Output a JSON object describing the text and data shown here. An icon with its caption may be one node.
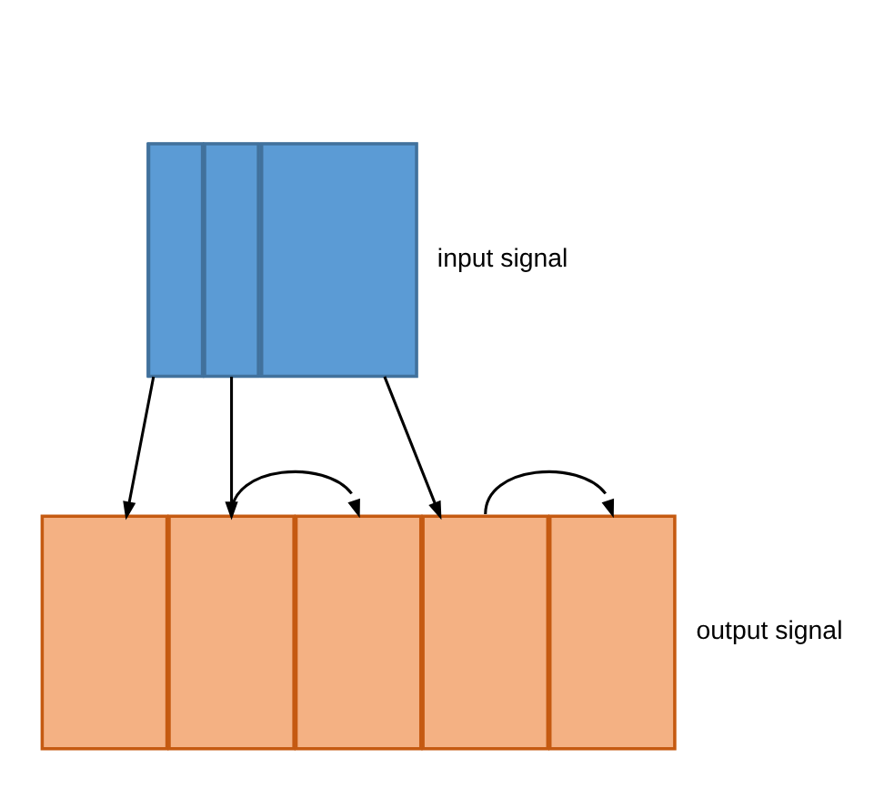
{
  "diagram": {
    "nodes": [
      {
        "text": [],
        "shape": "box",
        "beside": [
          "input signal"
        ]
      },
      {
        "text": [],
        "shape": "box",
        "in": 0
      },
      {
        "text": [],
        "shape": "box",
        "in": 0
      },
      {
        "text": [],
        "shape": "box",
        "in": 0
      },
      {
        "text": [],
        "shape": "box",
        "beside": [
          "output signal"
        ]
      },
      {
        "text": [],
        "shape": "box",
        "in": 4
      },
      {
        "text": [],
        "shape": "box",
        "in": 4
      },
      {
        "text": [],
        "shape": "box",
        "in": 4
      },
      {
        "text": [],
        "shape": "box",
        "in": 4
      },
      {
        "text": [],
        "shape": "box",
        "in": 4
      }
    ],
    "edges": [
      {
        "from": 1,
        "to": 5,
        "arrow": "to"
      },
      {
        "from": 2,
        "to": 6,
        "arrow": "to"
      },
      {
        "from": 3,
        "to": 8,
        "arrow": "to"
      },
      {
        "from": 6,
        "to": 7,
        "arrow": "to"
      },
      {
        "from": 8,
        "to": 9,
        "arrow": "to"
      }
    ]
  }
}
